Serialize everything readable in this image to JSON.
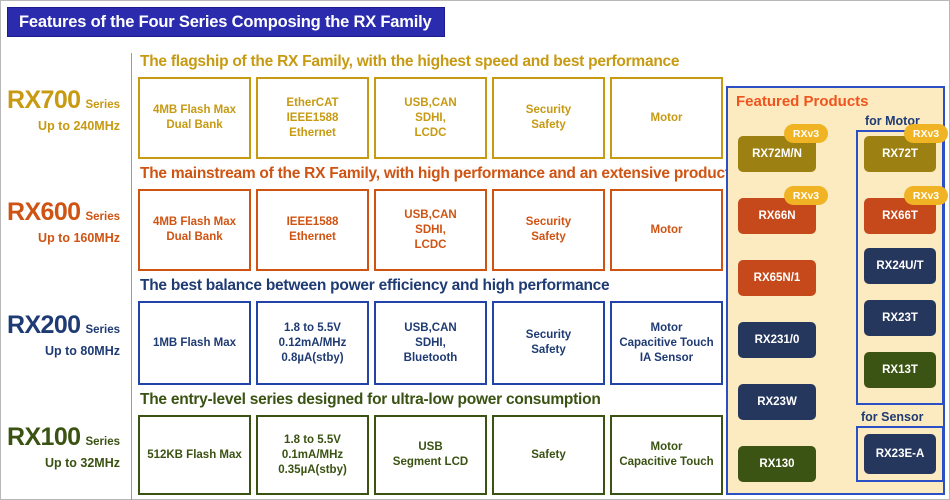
{
  "header": {
    "title": "Features of the Four Series Composing the RX Family"
  },
  "series_rows": [
    {
      "name": "RX700",
      "series_word": "Series",
      "frequency": "Up to 240MHz",
      "headline": "The flagship of the RX Family, with the highest speed and best performance",
      "color": "#c79a12",
      "theme": "theme-gold",
      "boxes": [
        {
          "lines": [
            "4MB Flash Max",
            "Dual Bank"
          ]
        },
        {
          "lines": [
            "EtherCAT",
            "IEEE1588",
            "Ethernet"
          ]
        },
        {
          "lines": [
            "USB,CAN",
            "SDHI,",
            "LCDC"
          ]
        },
        {
          "lines": [
            "Security",
            "Safety"
          ]
        },
        {
          "lines": [
            "Motor"
          ]
        }
      ]
    },
    {
      "name": "RX600",
      "series_word": "Series",
      "frequency": "Up to 160MHz",
      "headline": "The mainstream of the RX Family, with high performance and an extensive product lineup",
      "color": "#cf5413",
      "theme": "theme-orange",
      "boxes": [
        {
          "lines": [
            "4MB Flash Max",
            "Dual Bank"
          ]
        },
        {
          "lines": [
            "IEEE1588",
            "Ethernet"
          ]
        },
        {
          "lines": [
            "USB,CAN",
            "SDHI,",
            "LCDC"
          ]
        },
        {
          "lines": [
            "Security",
            "Safety"
          ]
        },
        {
          "lines": [
            "Motor"
          ]
        }
      ]
    },
    {
      "name": "RX200",
      "series_word": "Series",
      "frequency": "Up to 80MHz",
      "headline": "The best balance between power efficiency and high performance",
      "color": "#1f3b73",
      "theme": "theme-navy",
      "boxes": [
        {
          "lines": [
            "1MB Flash Max"
          ]
        },
        {
          "lines": [
            "1.8 to 5.5V",
            "0.12mA/MHz",
            "0.8µA(stby)"
          ]
        },
        {
          "lines": [
            "USB,CAN",
            "SDHI,",
            "Bluetooth"
          ]
        },
        {
          "lines": [
            "Security",
            "Safety"
          ]
        },
        {
          "lines": [
            "Motor",
            "Capacitive Touch",
            "IA Sensor"
          ]
        }
      ]
    },
    {
      "name": "RX100",
      "series_word": "Series",
      "frequency": "Up to 32MHz",
      "headline": "The entry-level series designed for ultra-low power consumption",
      "color": "#3a5212",
      "theme": "theme-green",
      "boxes": [
        {
          "lines": [
            "512KB Flash Max"
          ]
        },
        {
          "lines": [
            "1.8 to 5.5V",
            "0.1mA/MHz",
            "0.35µA(stby)"
          ]
        },
        {
          "lines": [
            "USB",
            "Segment LCD"
          ]
        },
        {
          "lines": [
            "Safety"
          ]
        },
        {
          "lines": [
            "Motor",
            "Capacitive Touch"
          ]
        }
      ]
    }
  ],
  "featured": {
    "title": "Featured Products",
    "group_labels": [
      {
        "label": "for Motor"
      },
      {
        "label": "for Sensor"
      }
    ],
    "badge_label": "RXv3",
    "left_column": [
      {
        "label": "RX72M/N",
        "color": "olive",
        "badge": true
      },
      {
        "label": "RX66N",
        "color": "rust",
        "badge": true
      },
      {
        "label": "RX65N/1",
        "color": "rust",
        "badge": false
      },
      {
        "label": "RX231/0",
        "color": "navy",
        "badge": false
      },
      {
        "label": "RX23W",
        "color": "navy",
        "badge": false
      },
      {
        "label": "RX130",
        "color": "green",
        "badge": false
      }
    ],
    "motor_column": [
      {
        "label": "RX72T",
        "color": "olive",
        "badge": true
      },
      {
        "label": "RX66T",
        "color": "rust",
        "badge": true
      },
      {
        "label": "RX24U/T",
        "color": "navy",
        "badge": false
      },
      {
        "label": "RX23T",
        "color": "navy",
        "badge": false
      },
      {
        "label": "RX13T",
        "color": "green",
        "badge": false
      }
    ],
    "sensor_column": [
      {
        "label": "RX23E-A",
        "color": "navy",
        "badge": false
      }
    ]
  },
  "colors": {
    "title_bg": "#2b2bad",
    "panel_bg": "#fcebc0",
    "panel_border": "#2b4fc4",
    "featured_title": "#f0541e",
    "badge_bg": "#f0b323",
    "gold": "#c79a12",
    "orange": "#cf5413",
    "navy": "#1f3b73",
    "green": "#3a5212"
  }
}
